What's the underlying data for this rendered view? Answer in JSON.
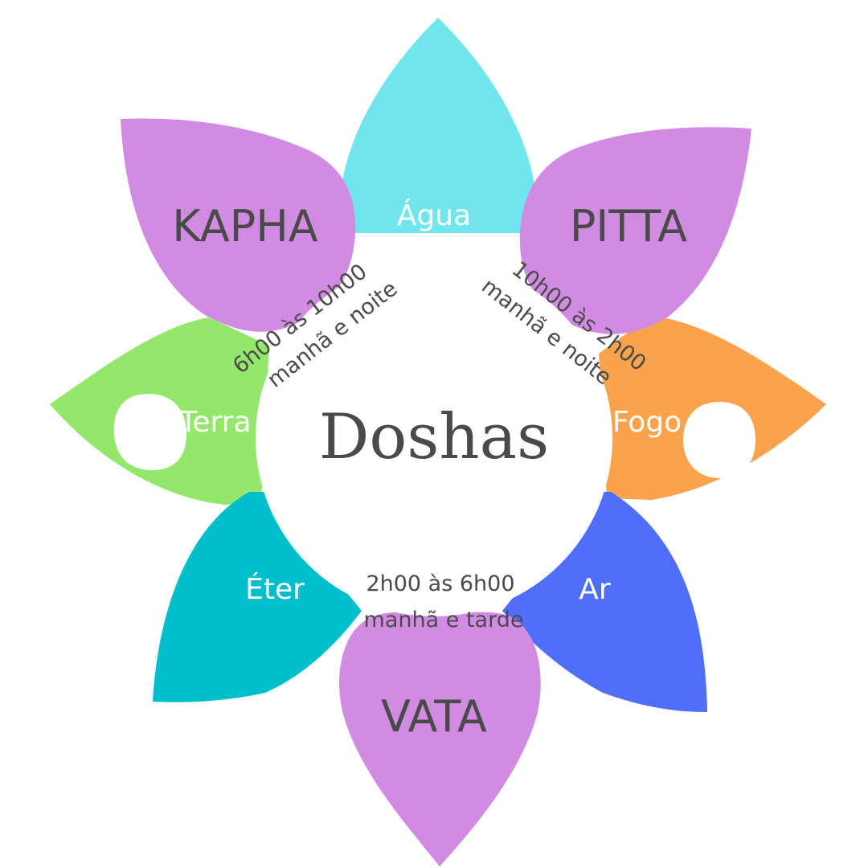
{
  "center": {
    "label": "Doshas"
  },
  "doshas": [
    {
      "id": "kapha",
      "label": "KAPHA",
      "time": "6h00 às 10h00",
      "period": "manhã e noite",
      "color": "#D18BE2"
    },
    {
      "id": "pitta",
      "label": "PITTA",
      "time": "10h00 às 2h00",
      "period": "manhã e noite",
      "color": "#D18BE2"
    },
    {
      "id": "vata",
      "label": "VATA",
      "time": "2h00 às 6h00",
      "period": "manhã e tarde",
      "color": "#D18BE2"
    }
  ],
  "elements": [
    {
      "id": "agua",
      "label": "Água",
      "color": "#6FE6EC"
    },
    {
      "id": "fogo",
      "label": "Fogo",
      "color": "#FBA24C"
    },
    {
      "id": "ar",
      "label": "Ar",
      "color": "#4F6EFC"
    },
    {
      "id": "eter",
      "label": "Éter",
      "color": "#00BFCB"
    },
    {
      "id": "terra",
      "label": "Terra",
      "color": "#93E86B"
    }
  ],
  "colors": {
    "text_dark": "#4A4A4A",
    "text_light": "#FFFFFF",
    "center_fill": "#FFFFFF"
  }
}
